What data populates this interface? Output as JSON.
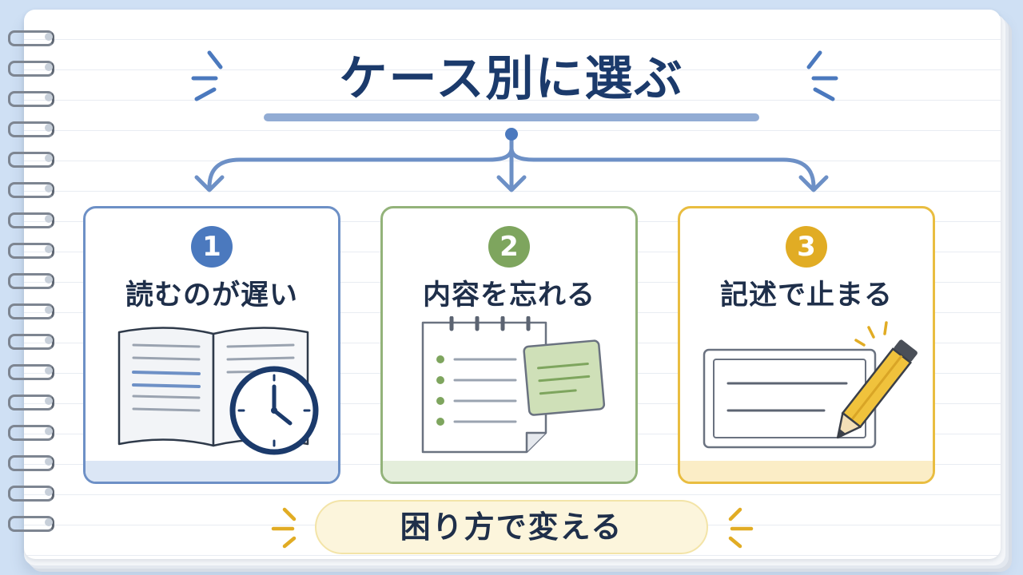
{
  "title": "ケース別に選ぶ",
  "colors": {
    "navy": "#1b3a6b",
    "blue": "#4b79be",
    "green": "#7ea55e",
    "yellow": "#e1ac24"
  },
  "cards": [
    {
      "number": "1",
      "label": "読むのが遅い",
      "icon": "book-clock-icon"
    },
    {
      "number": "2",
      "label": "内容を忘れる",
      "icon": "notepad-sticky-note-icon"
    },
    {
      "number": "3",
      "label": "記述で止まる",
      "icon": "answer-box-pencil-icon"
    }
  ],
  "footer": "困り方で変える"
}
